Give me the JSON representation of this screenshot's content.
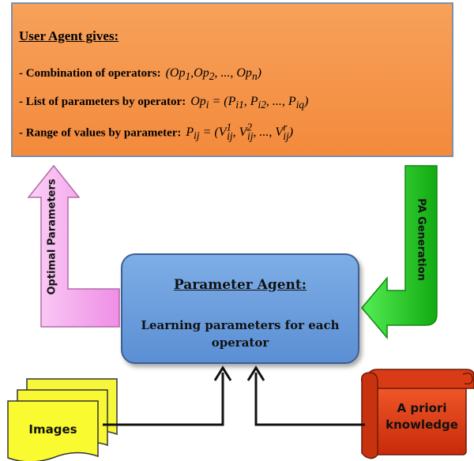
{
  "user_agent": {
    "title": "User Agent gives:",
    "lines": [
      {
        "label": "- Combination of operators:",
        "formula": "(Op1, Op2, ..., Opn)"
      },
      {
        "label": "- List of parameters by operator:",
        "formula": "Opi = (Pi1, Pi2, ..., Piq)"
      },
      {
        "label": "- Range of values by parameter:",
        "formula": "Pij = (Vij1, Vij2, ..., Vijr)"
      }
    ]
  },
  "parameter_agent": {
    "title": "Parameter Agent:",
    "description": "Learning parameters for each operator"
  },
  "arrows": {
    "left_label": "Optimal Parameters",
    "right_label": "PA Generation"
  },
  "inputs": {
    "images_label": "Images",
    "knowledge_label": "A priori knowledge"
  },
  "colors": {
    "user_agent_fill": "#f38a3c",
    "parameter_agent_fill": "#6b9ddb",
    "left_arrow_fill": "#f4a8ee",
    "right_arrow_fill": "#22cc22",
    "images_fill": "#fafa33",
    "knowledge_fill": "#e23a12"
  }
}
